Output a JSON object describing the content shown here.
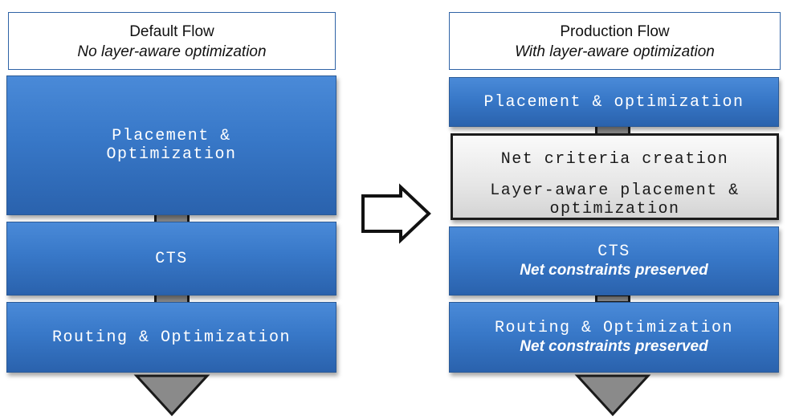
{
  "default_flow": {
    "title": "Default Flow",
    "subtitle": "No layer-aware optimization",
    "steps": [
      {
        "line1": "Placement &",
        "line2": "Optimization"
      },
      {
        "line1": "CTS"
      },
      {
        "line1": "Routing & Optimization"
      }
    ]
  },
  "production_flow": {
    "title": "Production Flow",
    "subtitle": "With layer-aware optimization",
    "steps": [
      {
        "line1": "Placement & optimization"
      },
      {
        "line1": "Net criteria creation",
        "line2": "Layer-aware placement &",
        "line3": "optimization"
      },
      {
        "line1": "CTS",
        "note": "Net constraints preserved"
      },
      {
        "line1": "Routing & Optimization",
        "note": "Net constraints preserved"
      }
    ]
  },
  "colors": {
    "block_blue": "#3878c8",
    "header_border": "#2f63a6",
    "highlight_gray": "#e6e6e6",
    "connector_gray": "#8a8a8a"
  }
}
